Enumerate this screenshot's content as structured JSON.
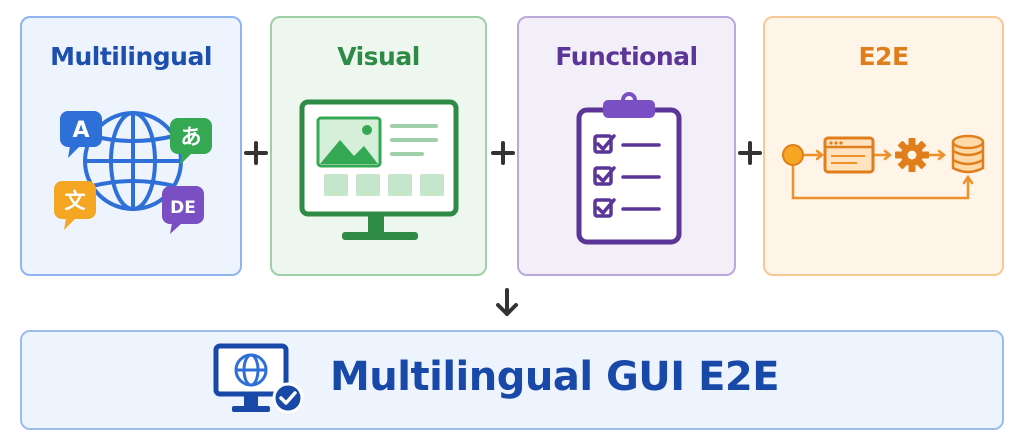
{
  "cards": [
    {
      "title": "Multilingual"
    },
    {
      "title": "Visual"
    },
    {
      "title": "Functional"
    },
    {
      "title": "E2E"
    }
  ],
  "language_badges": [
    "A",
    "あ",
    "文",
    "DE"
  ],
  "operator_symbols": [
    "+",
    "+",
    "+"
  ],
  "result": {
    "title": "Multilingual GUI E2E"
  },
  "colors": {
    "blue": "#1D4FAE",
    "green": "#2E8B46",
    "purple": "#5B3597",
    "orange": "#E07E1B"
  },
  "icons": [
    "translate-bubble-icon",
    "globe-icon",
    "monitor-image-icon",
    "clipboard-checklist-icon",
    "flow-node-icon",
    "browser-window-icon",
    "gear-icon",
    "database-icon",
    "monitor-globe-check-icon",
    "arrow-down-icon",
    "plus-icon"
  ]
}
